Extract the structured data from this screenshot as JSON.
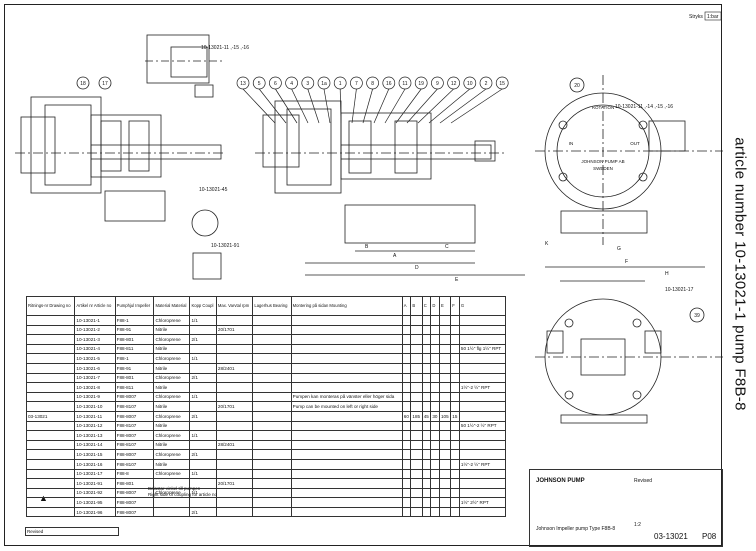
{
  "side_title": "article number 10-13021-1     pump F8B-8",
  "drawing": {
    "topright_box": "1:bar",
    "topright_note": "Stryks",
    "callouts_left": [
      "18",
      "17"
    ],
    "callouts_mid": [
      "13",
      "5",
      "6",
      "4",
      "3",
      "1a",
      "1",
      "7",
      "8",
      "16",
      "11",
      "19",
      "9",
      "12",
      "10",
      "2",
      "15"
    ],
    "callout_right_top": "20",
    "callout_right_bottom": "39",
    "plate_lines": [
      "ROTATION",
      "JOHNSON PUMP AB",
      "SWEDEN",
      "IN",
      "OUT"
    ],
    "ref_shaft": "10-13021-11 ,-15 ,-16",
    "ref_a": "10-13021-45",
    "ref_b": "10-13021-91",
    "ref_c": "10-13021-11 ,-14 ,-15 ,-16",
    "ref_d": "10-13021-17",
    "dims": [
      "A",
      "B",
      "C",
      "D",
      "E",
      "F",
      "G",
      "H",
      "K"
    ]
  },
  "table": {
    "headers": [
      "Ritnings-nr Drawing no",
      "Artikel nr Article no",
      "Pumphjul Impeller",
      "Material Material",
      "Kopp Coupl",
      "Max. Varvtal rpm",
      "Lagerhus Bearing",
      "Montering på sidan Mounting",
      "A",
      "B",
      "C",
      "D",
      "E",
      "F",
      "G"
    ],
    "drawing_no": "03-13021",
    "rows": [
      {
        "art": "10-13021-1",
        "imp": "F88-1",
        "mat": "Chloroprene"
      },
      {
        "art": "10-13021-2",
        "imp": "F88-91",
        "mat": "Nitrile"
      },
      {
        "art": "10-13021-3",
        "imp": "F88-801",
        "mat": "Chloroprene"
      },
      {
        "art": "10-13021-4",
        "imp": "F88-811",
        "mat": "Nitrile"
      },
      {
        "art": "10-13021-5",
        "imp": "F88-1",
        "mat": "Chloroprene"
      },
      {
        "art": "10-13021-6",
        "imp": "F88-91",
        "mat": "Nitrile"
      },
      {
        "art": "10-13021-7",
        "imp": "F88-801",
        "mat": "Chloroprene"
      },
      {
        "art": "10-13021-8",
        "imp": "F88-811",
        "mat": "Nitrile"
      },
      {
        "art": "10-13021-9",
        "imp": "F88-8007",
        "mat": "Chloroprene"
      },
      {
        "art": "10-13021-10",
        "imp": "F88-8107",
        "mat": "Nitrile"
      },
      {
        "art": "10-13021-11",
        "imp": "F88-8007",
        "mat": "Chloroprene"
      },
      {
        "art": "10-13021-12",
        "imp": "F88-8107",
        "mat": "Nitrile"
      },
      {
        "art": "10-13021-13",
        "imp": "F88-8007",
        "mat": "Chloroprene"
      },
      {
        "art": "10-13021-14",
        "imp": "F88-8107",
        "mat": "Nitrile"
      },
      {
        "art": "10-13021-15",
        "imp": "F88-8007",
        "mat": "Chloroprene"
      },
      {
        "art": "10-13021-16",
        "imp": "F88-8107",
        "mat": "Nitrile"
      },
      {
        "art": "10-13021-17",
        "imp": "F88-8",
        "mat": "Chloroprene"
      },
      {
        "art": "10-13021-91",
        "imp": "F88-801",
        "mat": ""
      },
      {
        "art": "10-13021-92",
        "imp": "F88-8007",
        "mat": "Chloroprene"
      },
      {
        "art": "10-13021-95",
        "imp": "F88-8007",
        "mat": ""
      },
      {
        "art": "10-13021-96",
        "imp": "F88-8007",
        "mat": ""
      }
    ],
    "kopp_values": [
      "1/1",
      "2/1",
      "1/1",
      "2/1",
      "1/1",
      "2/1",
      "1/1",
      "2/1",
      "1/1"
    ],
    "rpm_values": [
      "20/1701",
      "28/2401",
      "20/1701",
      "28/2401",
      "20/1701"
    ],
    "mounting_text": "Pumpen kan monteras på vänster eller höger sida",
    "mounting_alt": "Pump can be mounted on left or right side",
    "dims_row": [
      "60",
      "185",
      "45",
      "30",
      "105",
      "15"
    ],
    "g_values": [
      "50 1½\" flg 1½\" RPT",
      "1½\"-2 ½\" RPT",
      "50 1½\"-2 ½\" RPT",
      "1½\"-2 ½\" RPT",
      "1½\" 2½\" RPT"
    ],
    "footer_a": "Belastar vinkel till pumpen",
    "footer_b": "Right side of coupling for article no"
  },
  "title_block": {
    "company": "JOHNSON PUMP",
    "desc": "Johnson Impeller pump Type F8B-8",
    "sheet_no": "03-13021",
    "sheet_code": "P08",
    "scale": "1:2",
    "rev_text": "Revised"
  }
}
